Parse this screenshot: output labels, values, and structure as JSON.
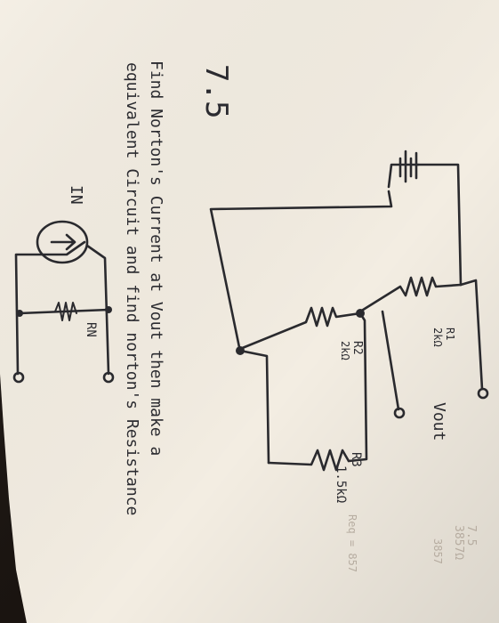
{
  "page": {
    "background_color": "#f3ede2",
    "ink_color": "#2a2a2e",
    "shadow_color": "#1a1410"
  },
  "circuit": {
    "source_label": "7.5",
    "vout_label": "Vout",
    "r1_label": "R1",
    "r1_value": "2kΩ",
    "r2_label": "R2",
    "r2_value": "2kΩ",
    "r3_label": "R3",
    "r3_value": "1.5kΩ"
  },
  "instructions": {
    "line1": "Find Norton's Current at Vout then make a",
    "line2": "equivalent Circuit and find norton's Resistance"
  },
  "norton": {
    "in_label": "IN",
    "rn_label": "RN"
  },
  "scratch": {
    "line1": "7.5",
    "line2": "3857Ω",
    "line3": "3857",
    "line4": "Req = 857"
  }
}
